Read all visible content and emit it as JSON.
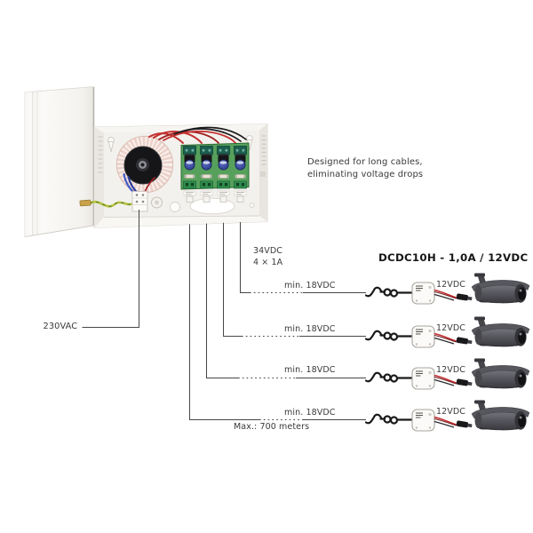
{
  "note": {
    "line1": "Designed for long cables,",
    "line2": "eliminating voltage drops"
  },
  "psu_output": {
    "line1": "34VDC",
    "line2": "4 × 1A"
  },
  "mains_label": "230VAC",
  "converter_title": "DCDC10H - 1,0A / 12VDC",
  "max_distance_label": "Max.: 700 meters",
  "rows": [
    {
      "min_label": "min. 18VDC",
      "out_label": "12VDC"
    },
    {
      "min_label": "min. 18VDC",
      "out_label": "12VDC"
    },
    {
      "min_label": "min. 18VDC",
      "out_label": "12VDC"
    },
    {
      "min_label": "min. 18VDC",
      "out_label": "12VDC"
    }
  ],
  "icons": {
    "psu": "open-enclosure-power-supply",
    "transformer": "toroidal-transformer",
    "converter": "dcdc-converter-module",
    "camera": "bullet-cctv-camera",
    "cable": "coiled-cable-squiggle"
  },
  "colors": {
    "line": "#474747",
    "text": "#3a3a3a",
    "title_text": "#161616",
    "pcb": "#56a05c",
    "cap": "#2d3f9d",
    "wire_red": "#c43030",
    "toroid": "#ecd2ca",
    "enclosure": "#efede9",
    "camera": "#4f4f55",
    "ground": "#b9c23e",
    "module": "#fbfaf8"
  }
}
